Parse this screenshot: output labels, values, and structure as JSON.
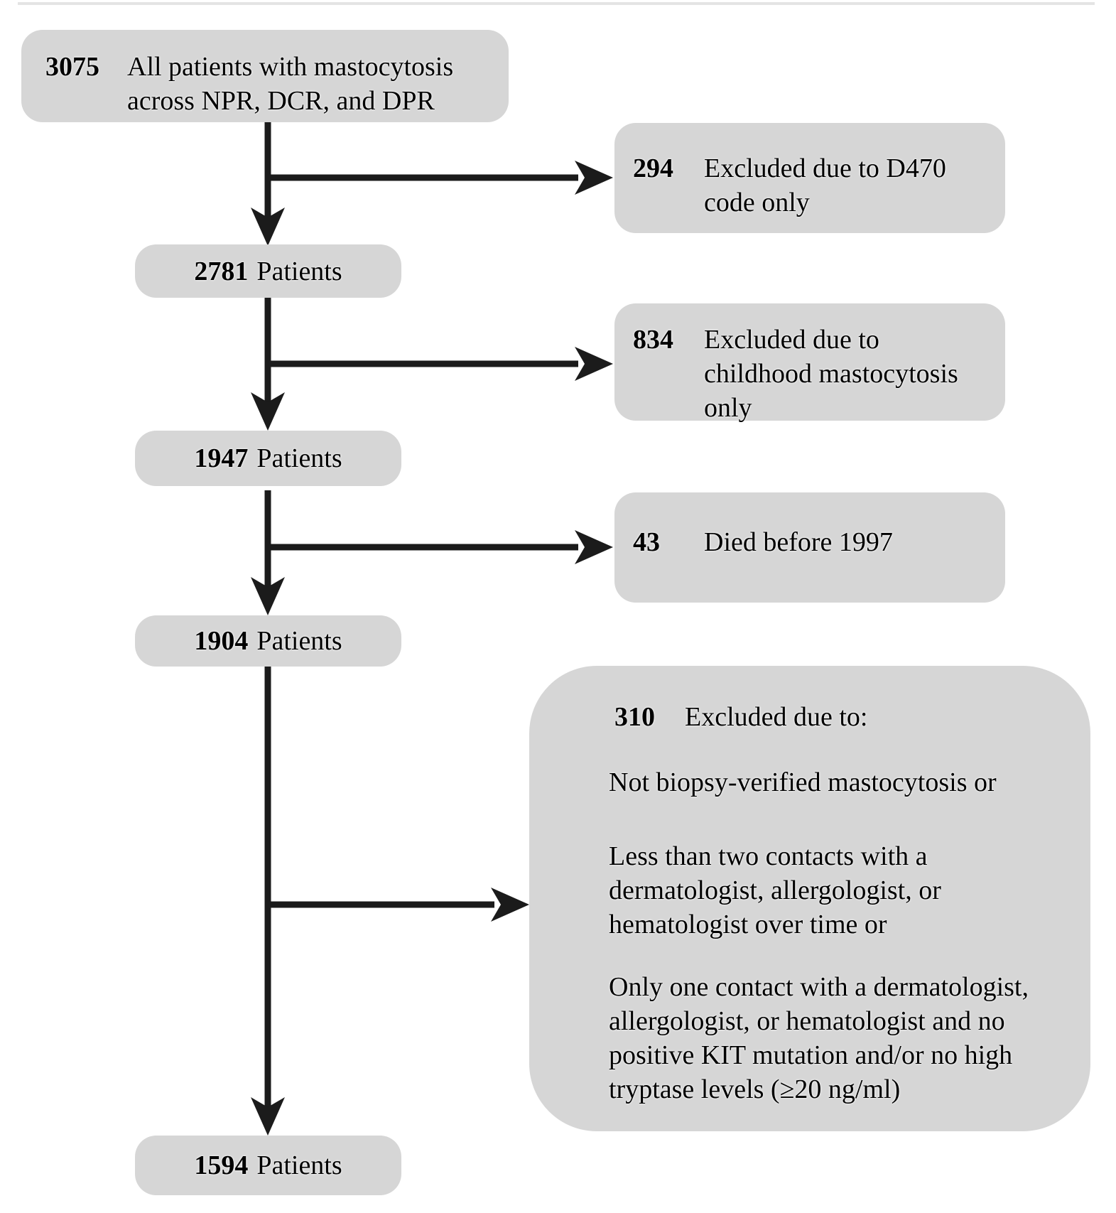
{
  "figure": {
    "colors": {
      "background": "#ffffff",
      "box_fill": "#d6d6d6",
      "line": "#1b1b1b",
      "text": "#000000"
    },
    "nodes": {
      "total": {
        "count": "3075",
        "line1": "All patients with mastocytosis",
        "line2": "across NPR, DCR, and DPR"
      },
      "step_2781": {
        "count": "2781",
        "label": "Patients"
      },
      "excluded_d470": {
        "count": "294",
        "line1": "Excluded due to D470",
        "line2": "code only"
      },
      "step_1947": {
        "count": "1947",
        "label": "Patients"
      },
      "excluded_childhood": {
        "count": "834",
        "line1": "Excluded due to",
        "line2": "childhood mastocytosis",
        "line3": "only"
      },
      "died_before_1997": {
        "count": "43",
        "line1": "Died before 1997"
      },
      "step_1904": {
        "count": "1904",
        "label": "Patients"
      },
      "excluded_criteria": {
        "count": "310",
        "header": "Excluded due to:",
        "p1_line1": "Not biopsy-verified mastocytosis or",
        "p2_line1": "Less than two contacts with a",
        "p2_line2": "dermatologist, allergologist, or",
        "p2_line3": "hematologist over time or",
        "p3_line1": "Only one contact with a dermatologist,",
        "p3_line2": "allergologist, or hematologist and no",
        "p3_line3": "positive KIT mutation and/or no high",
        "p3_line4": "tryptase levels (≥20 ng/ml)"
      },
      "final_1594": {
        "count": "1594",
        "label": "Patients"
      }
    }
  }
}
